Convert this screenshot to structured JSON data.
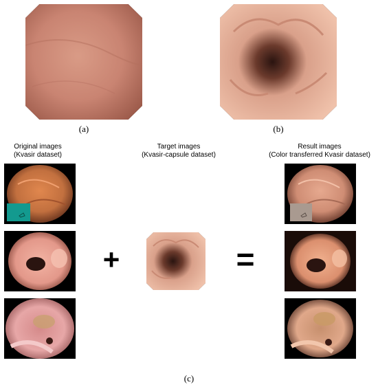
{
  "panels": {
    "a": {
      "caption": "(a)"
    },
    "b": {
      "caption": "(b)"
    },
    "c": {
      "caption": "(c)"
    }
  },
  "columns": {
    "original": {
      "title_line1": "Original images",
      "title_line2": "(Kvasir dataset)"
    },
    "target": {
      "title_line1": "Target images",
      "title_line2": "(Kvasir-capsule dataset)"
    },
    "result": {
      "title_line1": "Result images",
      "title_line2": "(Color transferred Kvasir dataset)"
    }
  },
  "operators": {
    "plus": "+",
    "equals": "="
  },
  "colors": {
    "mucosa_orange": "#c2703f",
    "capsule_pink": "#e0a48c",
    "lumen_dark": "#2a1410",
    "overlay_teal": "#139a8f",
    "overlay_gray": "#a99a90",
    "background": "#ffffff"
  }
}
